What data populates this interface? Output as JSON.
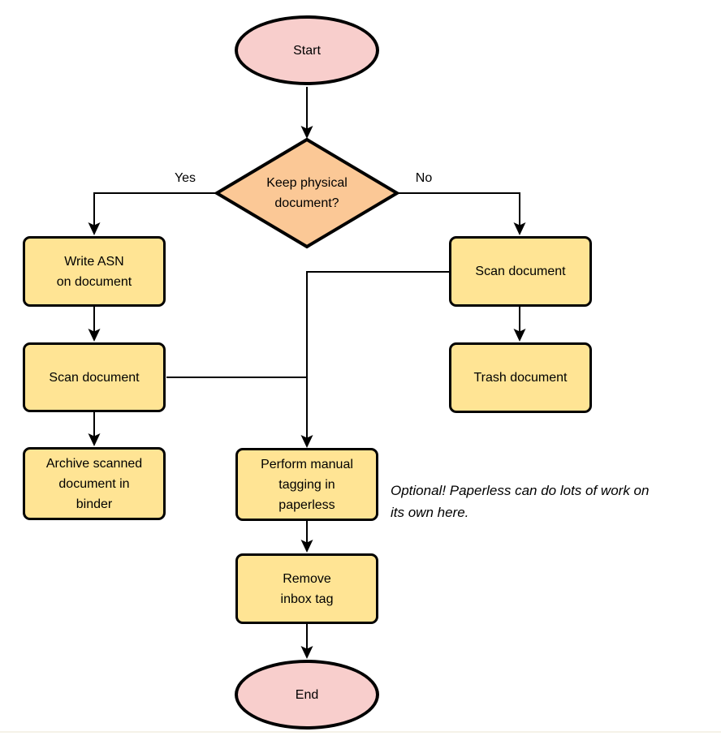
{
  "colors": {
    "terminator_fill": "#F8CECC",
    "decision_fill": "#FBC896",
    "process_fill": "#FFE494",
    "shape_border": "#000000",
    "edge_stroke": "#000000",
    "text": "#000000",
    "bottom_rule": "#F5F2E8"
  },
  "nodes": {
    "start": {
      "type": "terminator",
      "label": "Start"
    },
    "decision": {
      "type": "decision",
      "label": "Keep physical\ndocument?"
    },
    "write_asn": {
      "type": "process",
      "label": "Write ASN\non document"
    },
    "scan_left": {
      "type": "process",
      "label": "Scan document"
    },
    "archive": {
      "type": "process",
      "label": "Archive scanned\ndocument in\nbinder"
    },
    "scan_right": {
      "type": "process",
      "label": "Scan document"
    },
    "trash": {
      "type": "process",
      "label": "Trash document"
    },
    "tagging": {
      "type": "process",
      "label": "Perform manual\ntagging in\npaperless"
    },
    "remove_inbox": {
      "type": "process",
      "label": "Remove\ninbox tag"
    },
    "end": {
      "type": "terminator",
      "label": "End"
    }
  },
  "edge_labels": {
    "yes": "Yes",
    "no": "No"
  },
  "annotation": {
    "text": "Optional! Paperless can do lots of work on\nits own here."
  }
}
